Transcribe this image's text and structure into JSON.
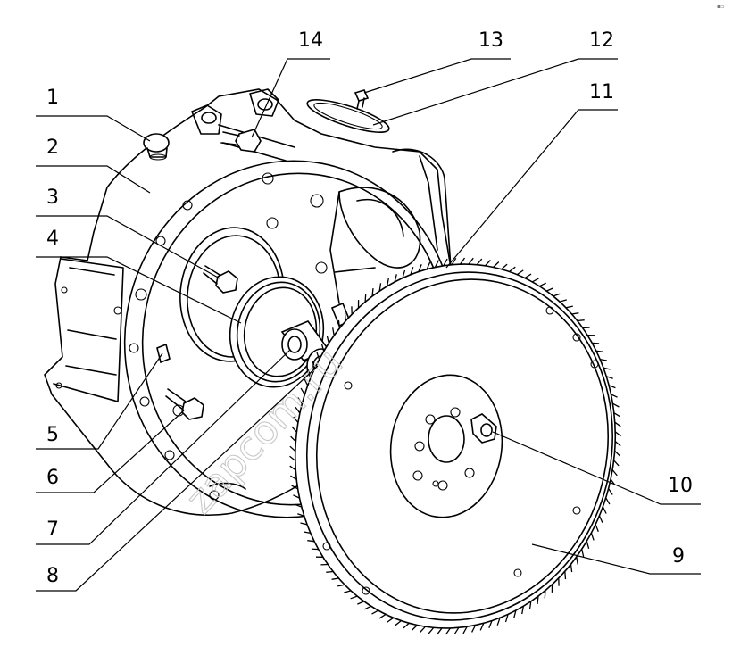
{
  "diagram": {
    "watermark": "zapcom.ru",
    "corner_mark": "▪▫",
    "callouts": [
      {
        "id": "1",
        "label": "1"
      },
      {
        "id": "2",
        "label": "2"
      },
      {
        "id": "3",
        "label": "3"
      },
      {
        "id": "4",
        "label": "4"
      },
      {
        "id": "5",
        "label": "5"
      },
      {
        "id": "6",
        "label": "6"
      },
      {
        "id": "7",
        "label": "7"
      },
      {
        "id": "8",
        "label": "8"
      },
      {
        "id": "9",
        "label": "9"
      },
      {
        "id": "10",
        "label": "10"
      },
      {
        "id": "11",
        "label": "11"
      },
      {
        "id": "12",
        "label": "12"
      },
      {
        "id": "13",
        "label": "13"
      },
      {
        "id": "14",
        "label": "14"
      }
    ],
    "colors": {
      "line": "#000000",
      "background": "#ffffff",
      "watermark": "#c8c8c8"
    }
  }
}
